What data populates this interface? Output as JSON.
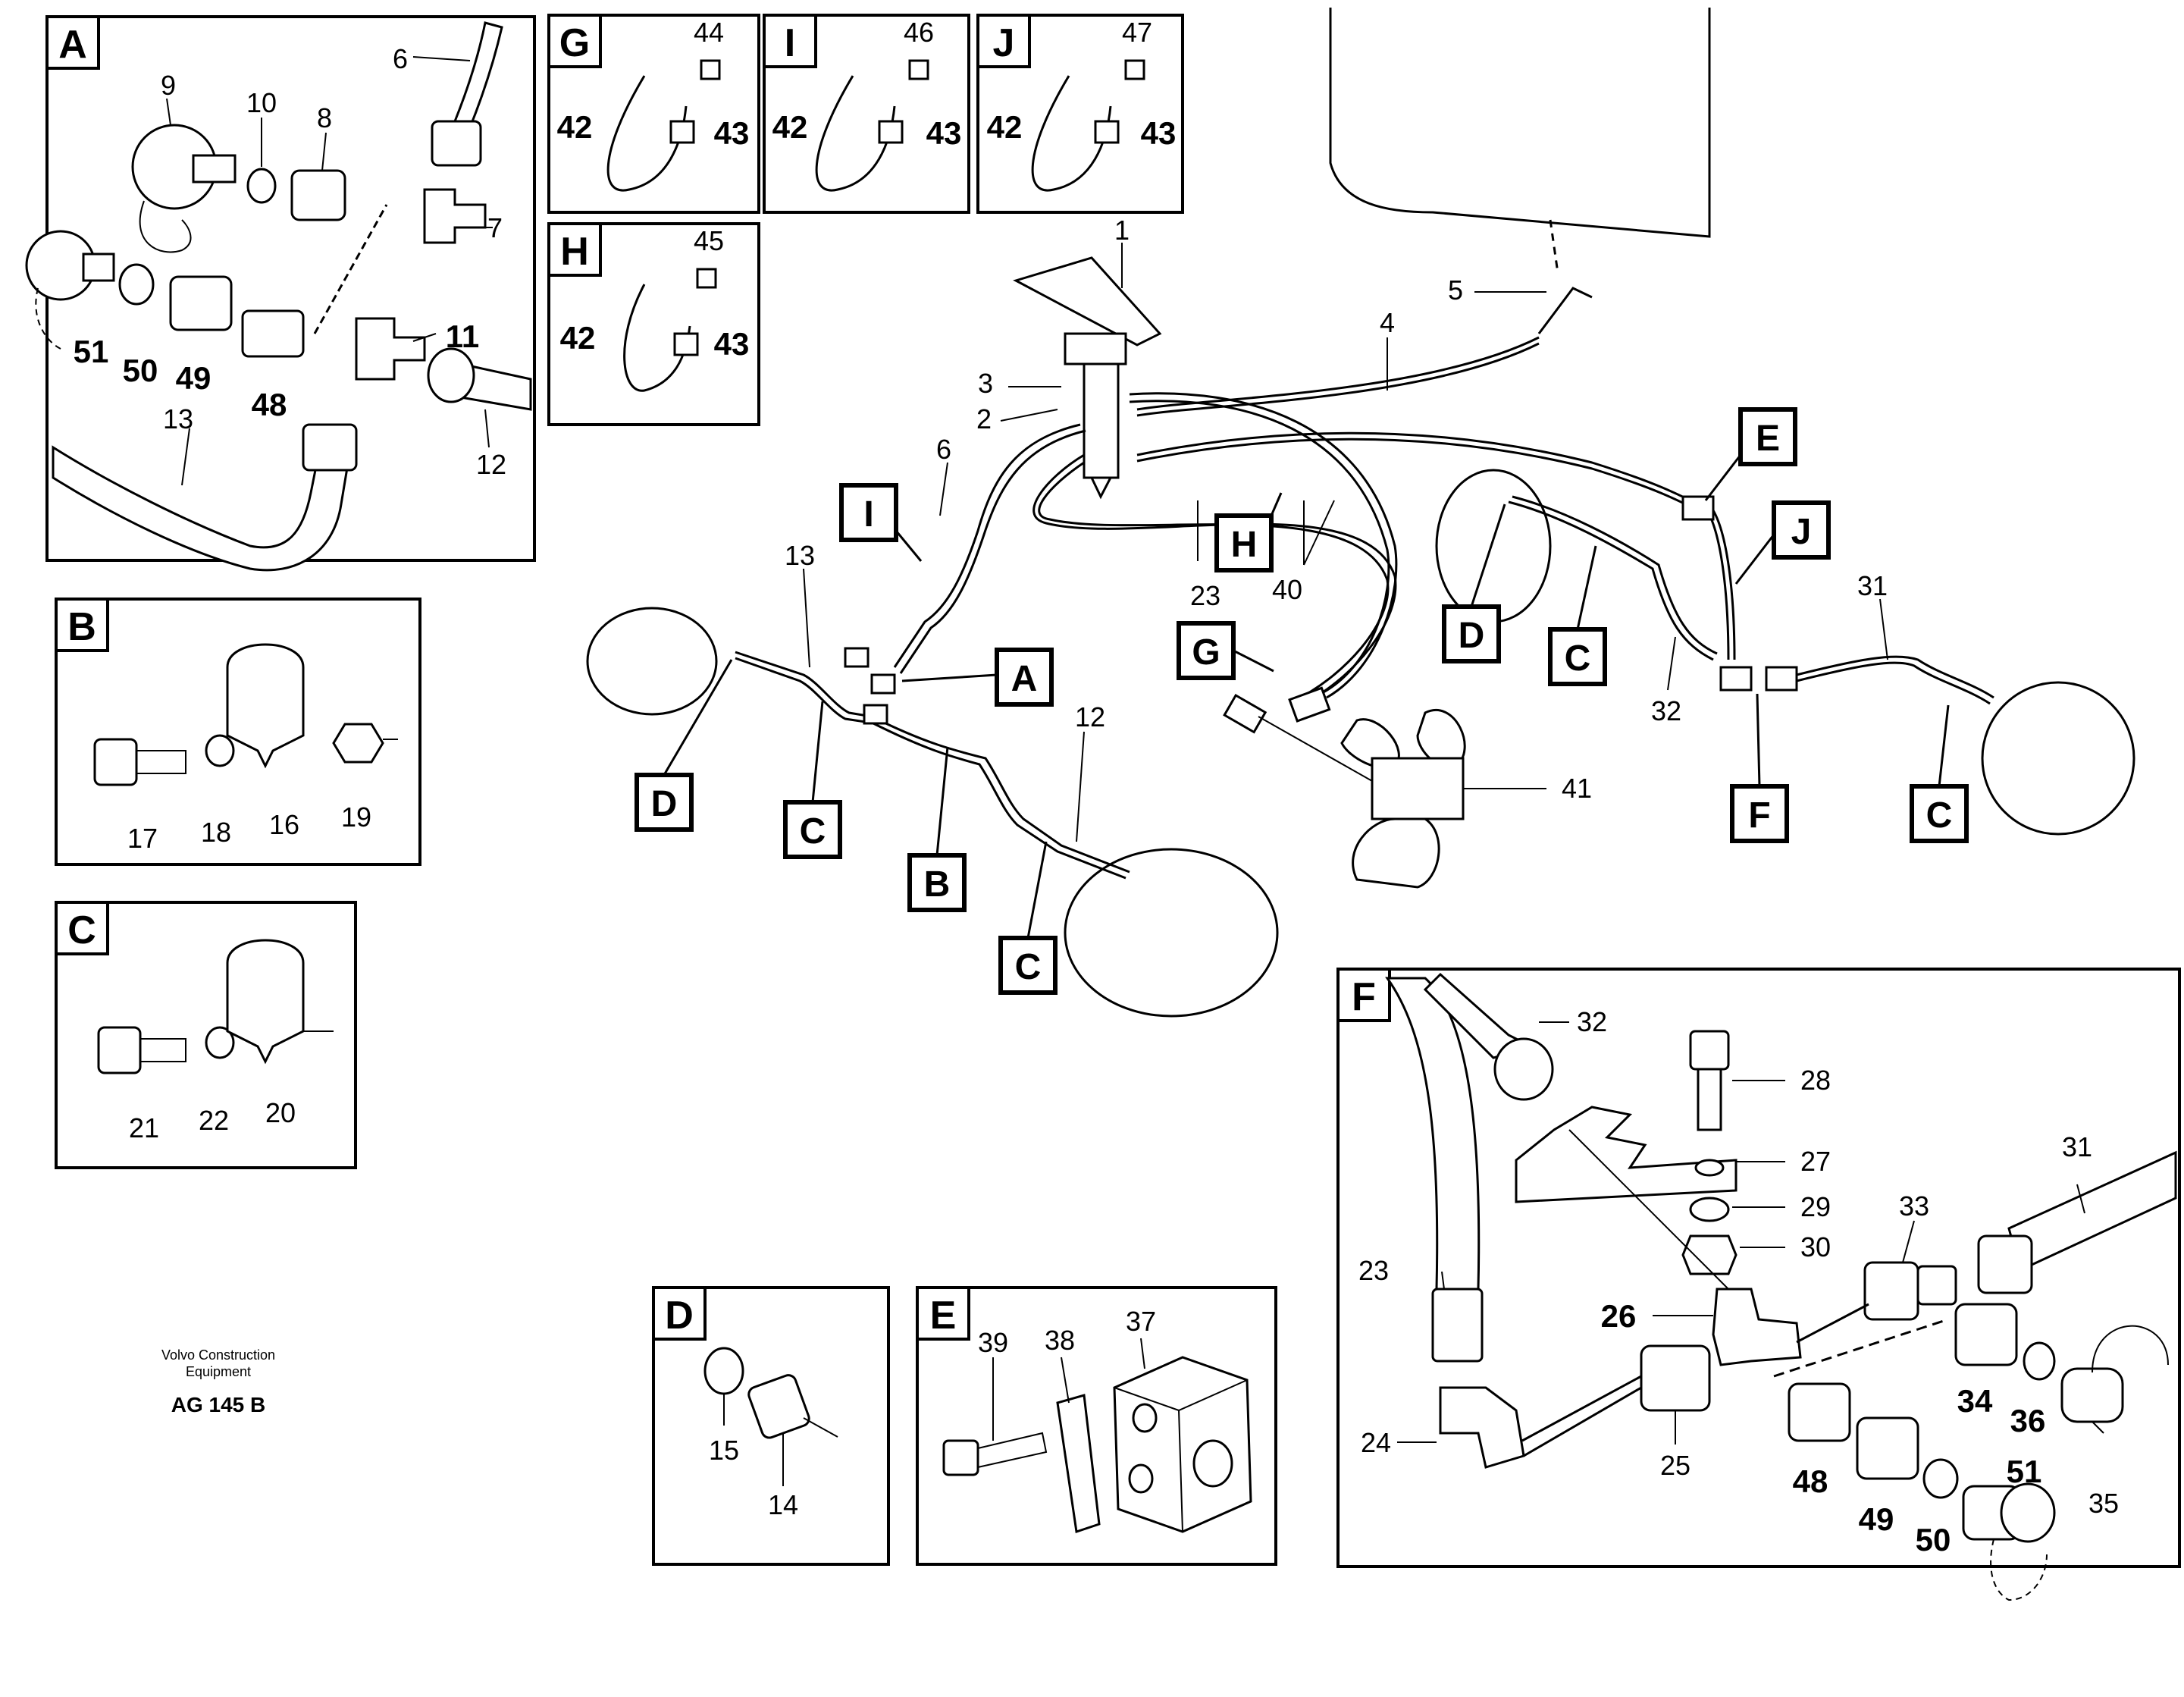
{
  "footer": {
    "brand_line1": "Volvo Construction",
    "brand_line2": "Equipment",
    "code": "AG 145 B"
  },
  "detail_boxes": {
    "A": {
      "letter": "A",
      "parts": [
        "6",
        "9",
        "10",
        "8",
        "7",
        "51",
        "50",
        "49",
        "48",
        "11",
        "13",
        "12"
      ]
    },
    "B": {
      "letter": "B",
      "parts": [
        "17",
        "18",
        "16",
        "19"
      ]
    },
    "C": {
      "letter": "C",
      "parts": [
        "21",
        "22",
        "20"
      ]
    },
    "D": {
      "letter": "D",
      "parts": [
        "15",
        "14"
      ]
    },
    "E": {
      "letter": "E",
      "parts": [
        "39",
        "38",
        "37"
      ]
    },
    "F": {
      "letter": "F",
      "parts": [
        "32",
        "28",
        "27",
        "29",
        "30",
        "31",
        "33",
        "23",
        "26",
        "34",
        "36",
        "24",
        "25",
        "48",
        "49",
        "50",
        "51",
        "35"
      ]
    },
    "G": {
      "letter": "G",
      "parts": [
        "44",
        "42",
        "43"
      ]
    },
    "H": {
      "letter": "H",
      "parts": [
        "45",
        "42",
        "43"
      ]
    },
    "I": {
      "letter": "I",
      "parts": [
        "46",
        "42",
        "43"
      ]
    },
    "J": {
      "letter": "J",
      "parts": [
        "47",
        "42",
        "43"
      ]
    }
  },
  "main_parts": [
    "1",
    "5",
    "4",
    "3",
    "2",
    "6",
    "13",
    "12",
    "23",
    "40",
    "31",
    "32",
    "41"
  ],
  "callouts": [
    "I",
    "H",
    "G",
    "A",
    "D",
    "C",
    "B",
    "C",
    "E",
    "J",
    "D",
    "C",
    "F",
    "C"
  ]
}
